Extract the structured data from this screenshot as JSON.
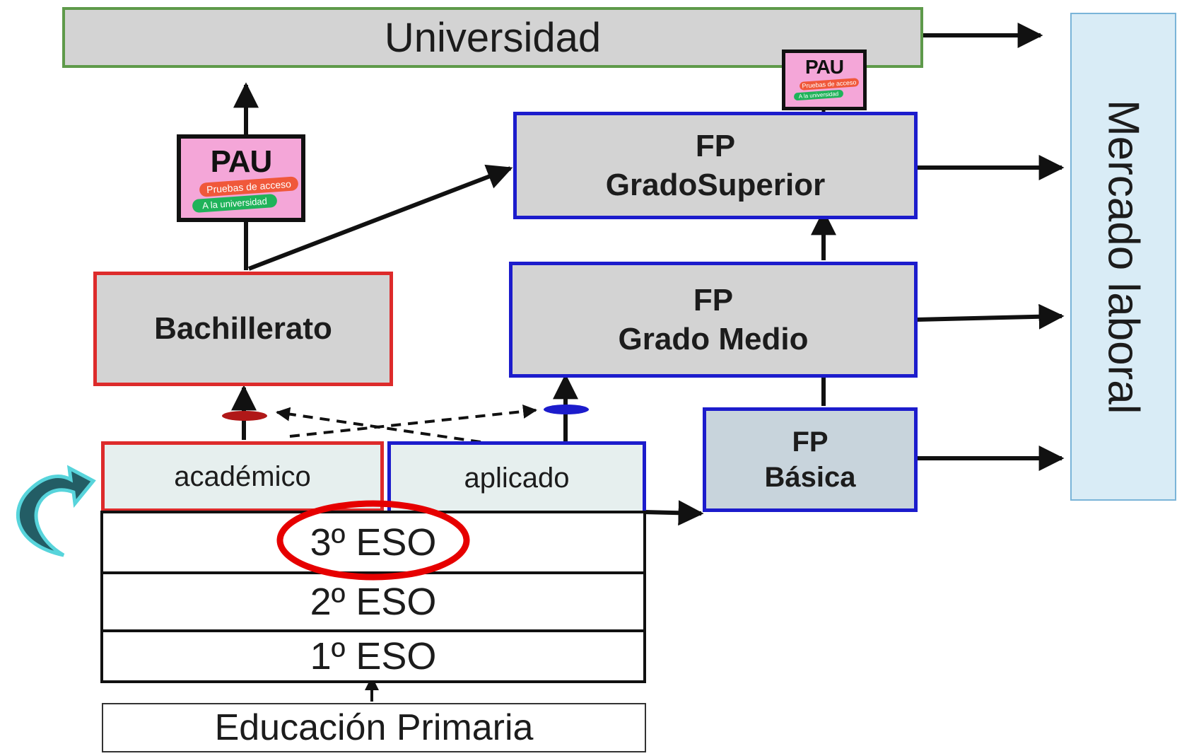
{
  "nodes": {
    "universidad": "Universidad",
    "mercado": "Mercado laboral",
    "fp_superior": {
      "line1": "FP",
      "line2": "GradoSuperior"
    },
    "fp_medio": {
      "line1": "FP",
      "line2": "Grado Medio"
    },
    "fp_basica": {
      "line1": "FP",
      "line2": "Básica"
    },
    "bachillerato": "Bachillerato",
    "academico": "académico",
    "aplicado": "aplicado",
    "eso3": "3º ESO",
    "eso2": "2º ESO",
    "eso1": "1º ESO",
    "primaria": "Educación Primaria"
  },
  "pau_badge": {
    "title": "PAU",
    "tag1": "Pruebas de acceso",
    "tag2": "A la universidad"
  },
  "colors": {
    "universidad_border": "#5e9a4a",
    "bachillerato_border": "#dd2b2b",
    "fp_border": "#1c1ccc",
    "mercado_fill": "#d9ecf6",
    "highlight": "#e60000",
    "curved_arrow": "#45d0d8",
    "pau_fill": "#f4a6d8"
  },
  "icons": [
    "curved-arrow-icon"
  ]
}
